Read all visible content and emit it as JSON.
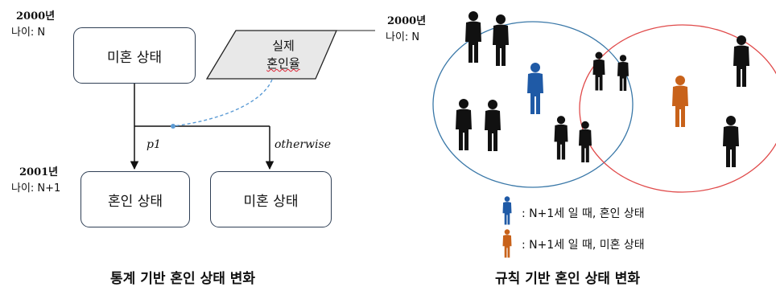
{
  "left": {
    "year_start": "2000년",
    "age_start": "나이: N",
    "year_end": "2001년",
    "age_end": "나이: N+1",
    "node_unmarried_start": "미혼 상태",
    "node_data_line1": "실제",
    "node_data_line2": "혼인율",
    "edge_p1": "p1",
    "edge_otherwise": "otherwise",
    "node_married": "혼인 상태",
    "node_unmarried_end": "미혼 상태",
    "caption": "통계 기반 혼인 상태 변화"
  },
  "right": {
    "year_start": "2000년",
    "age_start": "나이: N",
    "legend_married": ": N+1세 일 때, 혼인 상태",
    "legend_unmarried": ": N+1세 일 때, 미혼 상태",
    "caption": "규칙 기반 혼인 상태 변화"
  },
  "colors": {
    "married_person": "#1f5aa6",
    "unmarried_person": "#c8621a",
    "other_person": "#111111",
    "circle_left": "#3a78a8",
    "circle_right": "#e04a4a",
    "dashed_link": "#5b9bd5"
  }
}
